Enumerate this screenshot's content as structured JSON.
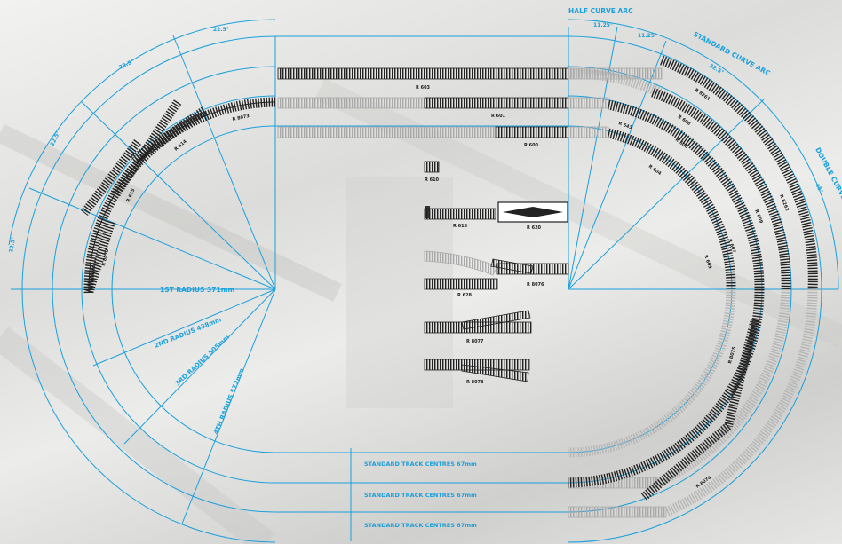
{
  "colors": {
    "accent": "#1aa0dc",
    "track_dark": "#262626",
    "track_light": "#b7b7b7",
    "background": "#e9e9e7"
  },
  "arc_labels": {
    "half_curve": "HALF CURVE ARC",
    "standard_curve": "STANDARD CURVE ARC",
    "double_curve": "DOUBLE CURVE ARC",
    "a11_1": "11.25°",
    "a11_2": "11.25°",
    "a22_right": "22.5°",
    "a45_right": "45°",
    "a22_top": "22.5°",
    "a22_upper": "22.5°",
    "a22_mid": "22.5°",
    "a22_left": "22.5°"
  },
  "radii": {
    "r1": "1ST RADIUS 371mm",
    "r2": "2ND RADIUS 438mm",
    "r3": "3RD RADIUS 505mm",
    "r4": "4TH RADIUS 572mm"
  },
  "centres": {
    "c1": "STANDARD TRACK CENTRES 67mm",
    "c2": "STANDARD TRACK CENTRES 67mm",
    "c3": "STANDARD TRACK CENTRES 67mm"
  },
  "track_codes": {
    "r603": "R 603",
    "r601": "R 601",
    "r600": "R 600",
    "r610": "R 610",
    "r618": "R 618",
    "r620": "R 620",
    "r628": "R 628",
    "r8076": "R 8076",
    "r8077": "R 8077",
    "r8078": "R 8078",
    "r8073": "R 8073",
    "r614": "R 614",
    "r615": "R 615",
    "r8072": "R 8072",
    "r643": "R 643",
    "r604": "R 604",
    "r605": "R 605",
    "r606": "R 606",
    "r607": "R 607",
    "r608": "R 608",
    "r609": "R 609",
    "r8261": "R 8261",
    "r8262": "R 8262",
    "r8075": "R 8075",
    "r8074": "R 8074"
  }
}
